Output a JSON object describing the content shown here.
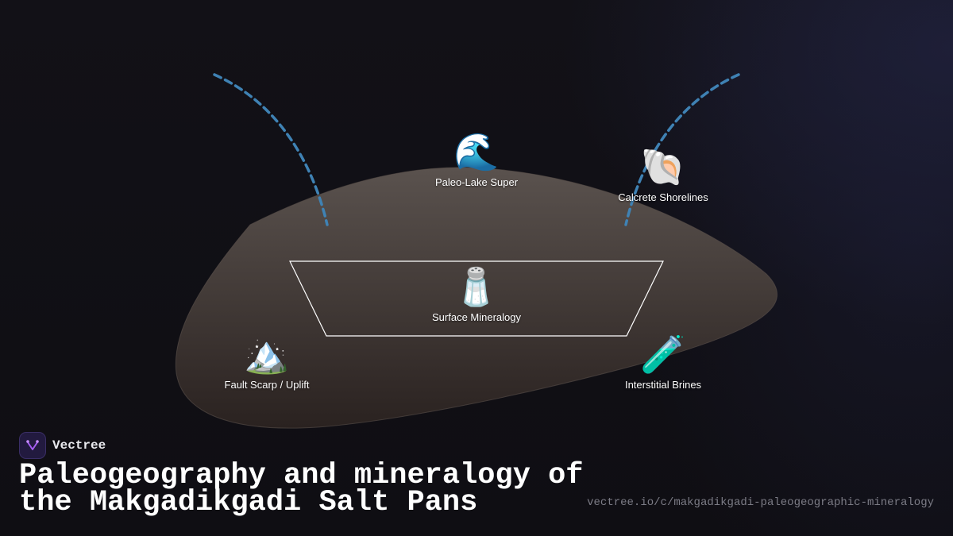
{
  "diagram": {
    "nodes": [
      {
        "id": "paleo-lake",
        "icon": "wave-emoji",
        "glyph": "🌊",
        "label": "Paleo-Lake Super"
      },
      {
        "id": "calcrete",
        "icon": "shell-emoji",
        "glyph": "🐚",
        "label": "Calcrete Shorelines"
      },
      {
        "id": "surface-mineralogy",
        "icon": "salt-shaker-emoji",
        "glyph": "🧂",
        "label": "Surface Mineralogy"
      },
      {
        "id": "fault-scarp",
        "icon": "mountain-emoji",
        "glyph": "🏔️",
        "label": "Fault Scarp / Uplift"
      },
      {
        "id": "brines",
        "icon": "test-tube-emoji",
        "glyph": "🧪",
        "label": "Interstitial Brines"
      }
    ],
    "colors": {
      "basin_fill_top": "#5a524e",
      "basin_fill_bottom": "#2a2220",
      "dashed_arc": "#3f82b4",
      "trapezoid_stroke": "#ffffff"
    }
  },
  "brand": {
    "name": "Vectree",
    "logo_icon": "vectree-logo-icon"
  },
  "title": "Paleogeography and mineralogy of the Makgadikgadi Salt Pans",
  "url": "vectree.io/c/makgadikgadi-paleogeographic-mineralogy"
}
